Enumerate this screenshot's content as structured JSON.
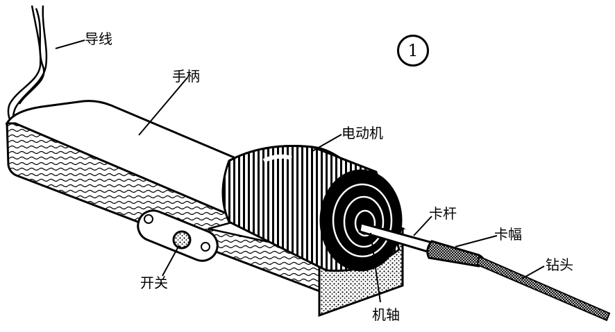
{
  "figure": {
    "number": "1",
    "labels": {
      "wire": "导线",
      "handle": "手柄",
      "motor": "电动机",
      "chuck_rod": "卡杆",
      "chuck_cap": "卡幅",
      "drill_bit": "钻头",
      "switch": "开关",
      "shaft": "机轴"
    }
  },
  "colors": {
    "ink": "#000000",
    "paper": "#ffffff"
  }
}
